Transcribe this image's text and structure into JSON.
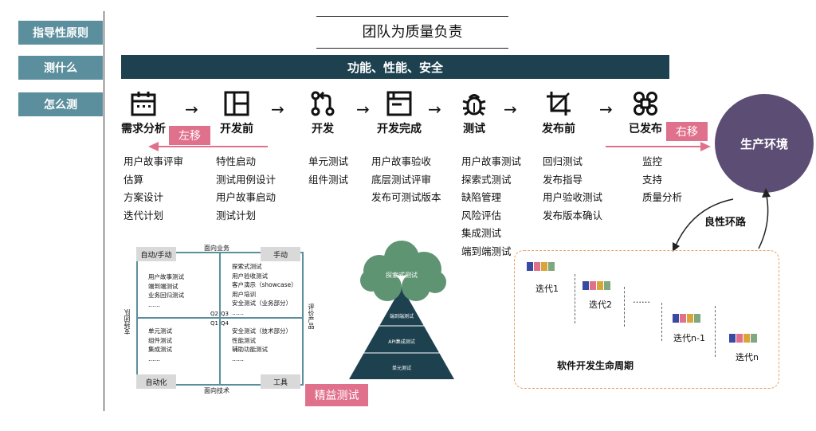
{
  "sidebar": {
    "items": [
      {
        "label": "指导性原则"
      },
      {
        "label": "测什么"
      },
      {
        "label": "怎么测"
      }
    ]
  },
  "header": {
    "title": "团队为质量负责"
  },
  "what_bar": {
    "label": "功能、性能、安全"
  },
  "stages": [
    {
      "label": "需求分析",
      "icon": "calendar-icon",
      "activities": [
        "用户故事评审",
        "估算",
        "方案设计",
        "迭代计划"
      ]
    },
    {
      "label": "开发前",
      "icon": "layout-icon",
      "activities": [
        "特性启动",
        "测试用例设计",
        "用户故事启动",
        "测试计划"
      ]
    },
    {
      "label": "开发",
      "icon": "git-pull-icon",
      "activities": [
        "单元测试",
        "组件测试"
      ]
    },
    {
      "label": "开发完成",
      "icon": "browser-window-icon",
      "activities": [
        "用户故事验收",
        "底层测试评审",
        "发布可测试版本"
      ]
    },
    {
      "label": "测试",
      "icon": "bug-icon",
      "activities": [
        "用户故事测试",
        "探索式测试",
        "缺陷管理",
        "风险评估",
        "集成测试",
        "端到端测试"
      ]
    },
    {
      "label": "发布前",
      "icon": "crop-icon",
      "activities": [
        "回归测试",
        "发布指导",
        "用户验收测试",
        "发布版本确认"
      ]
    },
    {
      "label": "已发布",
      "icon": "command-icon",
      "activities": [
        "监控",
        "支持",
        "质量分析"
      ]
    }
  ],
  "shift_left": {
    "label": "左移"
  },
  "shift_right": {
    "label": "右移"
  },
  "production": {
    "label": "生产环境"
  },
  "virtuous_cycle": {
    "label": "良性环路"
  },
  "quadrant": {
    "top_label": "面向业务",
    "bottom_label": "面向技术",
    "left_label": "支持团队",
    "right_label": "评价产品",
    "corner_tl": "自动/手动",
    "corner_tr": "手动",
    "corner_bl": "自动化",
    "corner_br": "工具",
    "q2": "Q2",
    "q3": "Q3",
    "q1": "Q1",
    "q4": "Q4",
    "q2_items": [
      "用户故事测试",
      "端到端测试",
      "业务回归测试",
      "……"
    ],
    "q3_items": [
      "探索式测试",
      "用户验收测试",
      "客户演示（showcase）",
      "用户培训",
      "安全测试（业务部分）",
      "……"
    ],
    "q1_items": [
      "单元测试",
      "组件测试",
      "集成测试",
      "……"
    ],
    "q4_items": [
      "安全测试（技术部分）",
      "性能测试",
      "辅助功能测试",
      "……"
    ]
  },
  "lean": {
    "label": "精益测试"
  },
  "pyramid": {
    "cloud": "探索式测试",
    "levels": [
      "端到端测试",
      "API集成测试",
      "单元测试"
    ]
  },
  "lifecycle": {
    "title": "软件开发生命周期",
    "iterations": [
      "迭代1",
      "迭代2",
      "……",
      "迭代n-1",
      "迭代n"
    ],
    "colors": [
      "#3a4aa0",
      "#e0718d",
      "#d9a53a",
      "#7fa87e"
    ]
  },
  "colors": {
    "sidebar": "#5b8f9d",
    "what_bar": "#1e4150",
    "pink": "#e0718d",
    "production": "#5c4d75",
    "pyramid": "#1e4150",
    "cloud": "#5f9472",
    "dashed": "#e8a064"
  }
}
